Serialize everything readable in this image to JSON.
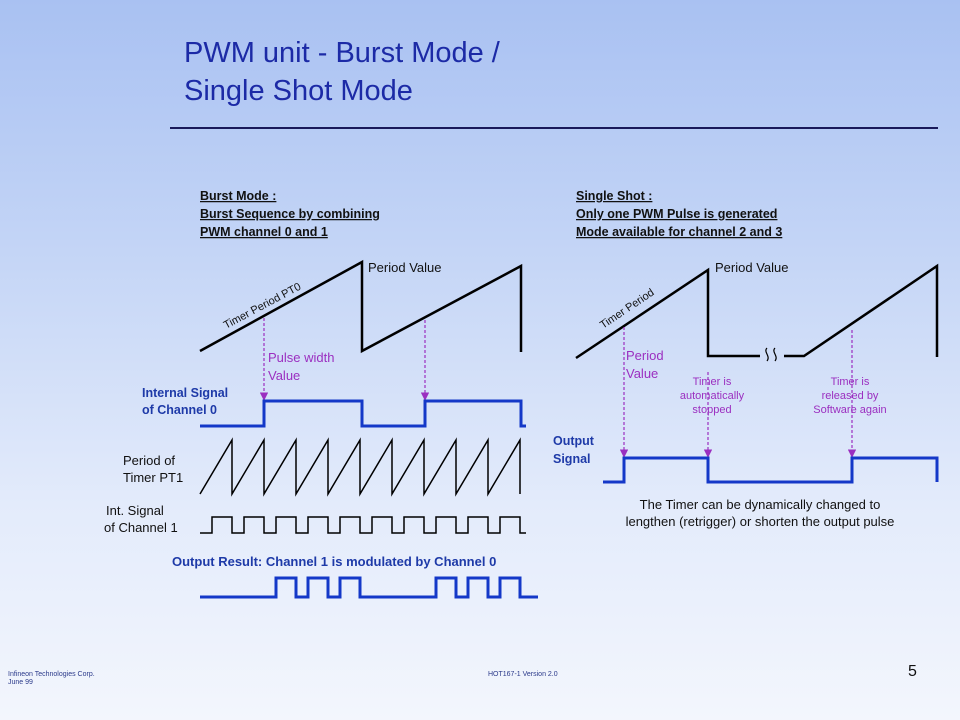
{
  "title": {
    "line1": "PWM unit - Burst Mode /",
    "line2": "Single Shot Mode"
  },
  "burst": {
    "heading1": "Burst Mode :",
    "heading2": "Burst Sequence by combining",
    "heading3": "PWM channel  0 and 1",
    "timer_label": "Timer Period PT0",
    "period_value": "Period Value",
    "pulse_width_1": "Pulse width",
    "pulse_width_2": "Value",
    "internal_signal_1": "Internal Signal",
    "internal_signal_2": "of Channel 0",
    "period_pt1_1": "Period of",
    "period_pt1_2": "Timer PT1",
    "int_signal_1": "Int. Signal",
    "int_signal_2": "of Channel 1",
    "output_result": "Output Result: Channel 1 is modulated by Channel 0"
  },
  "single": {
    "heading1": "Single Shot :",
    "heading2": "Only one PWM Pulse is generated",
    "heading3": "Mode available for channel 2 and 3",
    "timer_label": "Timer Period",
    "period_value": "Period Value",
    "period_label_1": "Period",
    "period_label_2": "Value",
    "stopped_1": "Timer is",
    "stopped_2": "automatically",
    "stopped_3": "stopped",
    "released_1": "Timer is",
    "released_2": "released by",
    "released_3": "Software again",
    "output_1": "Output",
    "output_2": "Signal",
    "note_1": "The Timer can be dynamically changed to",
    "note_2": "lengthen (retrigger) or shorten the output pulse"
  },
  "footer": {
    "company": "Infineon Technologies Corp.",
    "date": "June 99",
    "version": "HOT167-1  Version 2.0",
    "page": "5"
  },
  "colors": {
    "title": "#1c2aa6",
    "signal": "#1438c8",
    "accent": "#9b2fc0",
    "label_blue": "#1e3aa8"
  }
}
